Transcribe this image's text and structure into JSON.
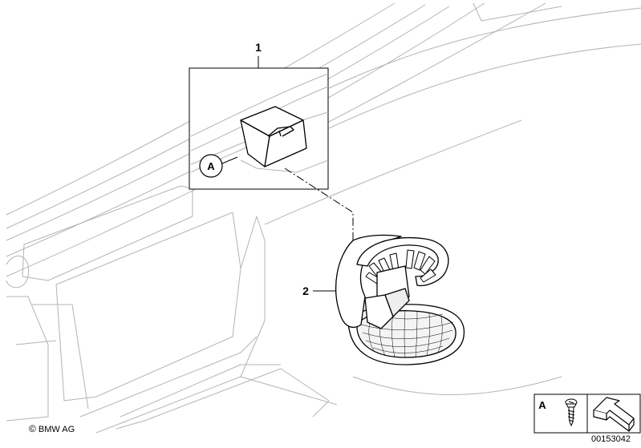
{
  "diagram": {
    "callouts": [
      {
        "id": "part-1",
        "label": "1"
      },
      {
        "id": "part-2",
        "label": "2"
      }
    ],
    "detail_marker": "A",
    "legend": {
      "marker": "A",
      "icons": [
        "screw-icon",
        "arrow-icon"
      ]
    },
    "copyright_symbol": "©",
    "copyright_text": "BMW AG",
    "document_number": "00153042"
  }
}
